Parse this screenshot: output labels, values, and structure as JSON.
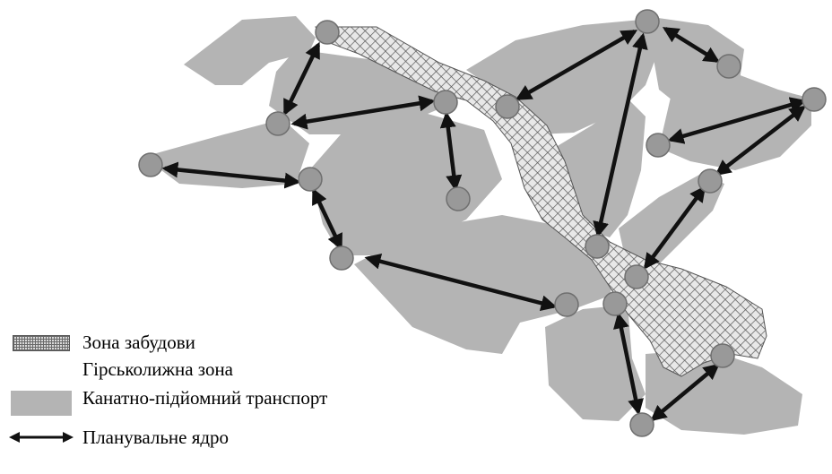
{
  "legend": {
    "items": [
      {
        "id": "building",
        "label": "Зона забудови"
      },
      {
        "id": "ski",
        "label": "Гірськолижна зона"
      },
      {
        "id": "cable",
        "label": "Канатно-підйомний транспорт"
      },
      {
        "id": "core",
        "label": "Планувальне ядро"
      }
    ]
  },
  "colors": {
    "ski_zone": "#b4b4b4",
    "node_fill": "#999999",
    "arrow": "#111111",
    "building_hatch": "#6a6a6a"
  }
}
